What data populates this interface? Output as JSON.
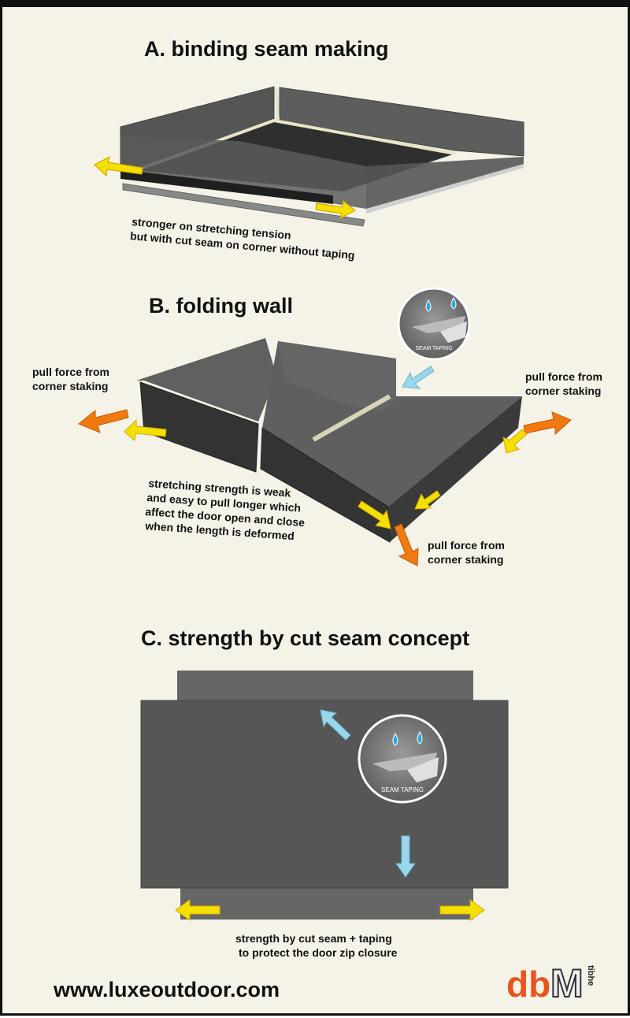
{
  "sections": {
    "a": {
      "title": "A. binding seam making",
      "note_line1": "stronger on stretching tension",
      "note_line2": "but with cut seam on corner without taping"
    },
    "b": {
      "title": "B. folding wall",
      "pull_left_1": "pull force from",
      "pull_left_2": "corner staking",
      "pull_right_1": "pull force from",
      "pull_right_2": "corner staking",
      "pull_bottom_1": "pull force from",
      "pull_bottom_2": "corner staking",
      "note_line1": "stretching strength is weak",
      "note_line2": "and easy to pull longer which",
      "note_line3": "affect the door open and close",
      "note_line4": "when the length is deformed",
      "badge_label": "SEAM TAPING"
    },
    "c": {
      "title": "C. strength by cut seam concept",
      "badge_label": "SEAM TAPING",
      "note_line1": "strength by cut seam + taping",
      "note_line2": "to protect the door zip closure"
    }
  },
  "footer": {
    "url": "www.luxeoutdoor.com",
    "logo_text_main": "db",
    "logo_text_m": "M",
    "logo_text_side": "tibhe"
  },
  "colors": {
    "background": "#f5f3e8",
    "panel_dark": "#333333",
    "panel_mid": "#595959",
    "arrow_yellow": "#f4e000",
    "arrow_orange": "#f07a10",
    "arrow_blue": "#9ad6ec",
    "water_drop": "#2aa8d8",
    "logo_red": "#e8541c"
  }
}
